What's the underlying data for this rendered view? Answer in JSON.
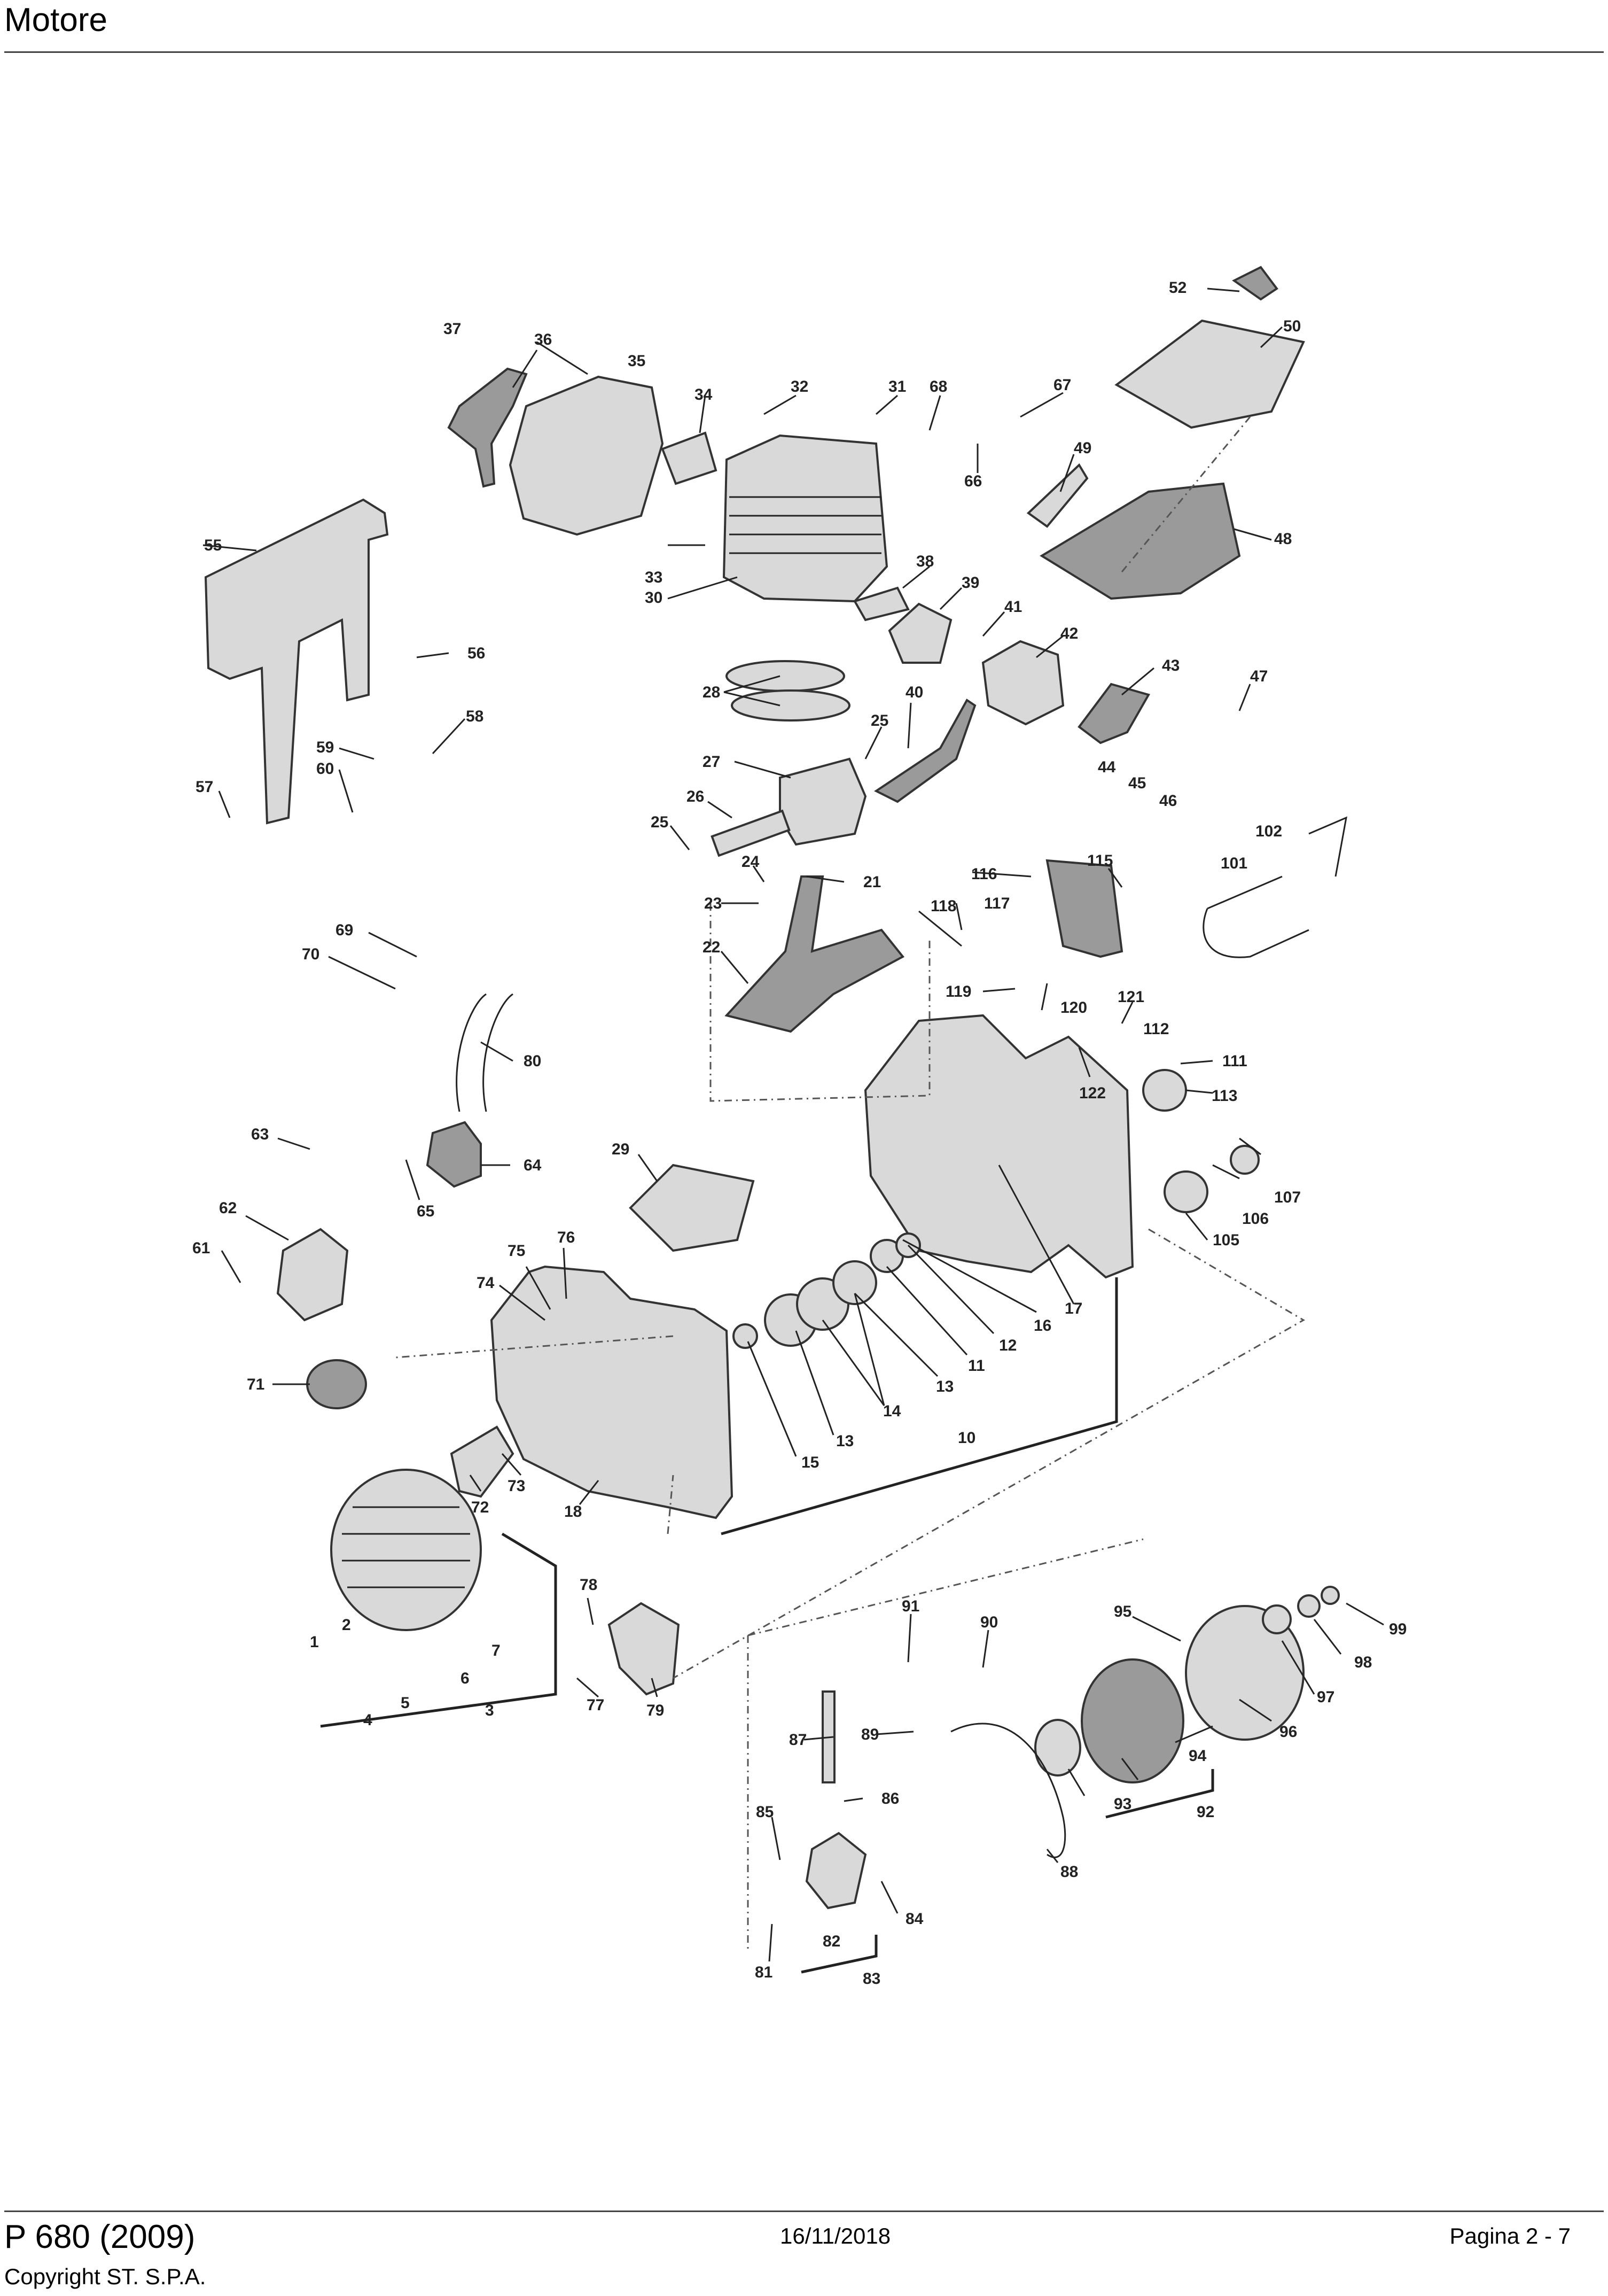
{
  "header": {
    "title": "Motore"
  },
  "footer": {
    "model": "P 680 (2009)",
    "copyright": "Copyright ST. S.P.A.",
    "date": "16/11/2018",
    "page": "Pagina 2 - 7"
  },
  "callouts": [
    "1",
    "2",
    "3",
    "4",
    "5",
    "6",
    "7",
    "10",
    "11",
    "12",
    "13",
    "13b",
    "14",
    "15",
    "16",
    "17",
    "18",
    "21",
    "22",
    "23",
    "24",
    "25",
    "25b",
    "26",
    "27",
    "28",
    "29",
    "30",
    "31",
    "32",
    "33",
    "34",
    "35",
    "36",
    "37",
    "38",
    "39",
    "40",
    "41",
    "42",
    "43",
    "44",
    "45",
    "46",
    "47",
    "48",
    "49",
    "50",
    "52",
    "55",
    "56",
    "57",
    "58",
    "59",
    "60",
    "61",
    "62",
    "63",
    "64",
    "65",
    "66",
    "67",
    "68",
    "69",
    "70",
    "71",
    "72",
    "73",
    "74",
    "75",
    "76",
    "77",
    "78",
    "79",
    "80",
    "81",
    "82",
    "83",
    "84",
    "85",
    "86",
    "87",
    "88",
    "89",
    "90",
    "91",
    "92",
    "93",
    "94",
    "95",
    "96",
    "97",
    "98",
    "99",
    "101",
    "102",
    "105",
    "106",
    "107",
    "111",
    "112",
    "113",
    "115",
    "116",
    "117",
    "118",
    "119",
    "120",
    "121",
    "122"
  ],
  "labels": {
    "1": "1",
    "2": "2",
    "3": "3",
    "4": "4",
    "5": "5",
    "6": "6",
    "7": "7",
    "10": "10",
    "11": "11",
    "12": "12",
    "13": "13",
    "13b": "13",
    "14": "14",
    "15": "15",
    "16": "16",
    "17": "17",
    "18": "18",
    "21": "21",
    "22": "22",
    "23": "23",
    "24": "24",
    "25": "25",
    "25b": "25",
    "26": "26",
    "27": "27",
    "28": "28",
    "29": "29",
    "30": "30",
    "31": "31",
    "32": "32",
    "33": "33",
    "34": "34",
    "35": "35",
    "36": "36",
    "37": "37",
    "38": "38",
    "39": "39",
    "40": "40",
    "41": "41",
    "42": "42",
    "43": "43",
    "44": "44",
    "45": "45",
    "46": "46",
    "47": "47",
    "48": "48",
    "49": "49",
    "50": "50",
    "52": "52",
    "55": "55",
    "56": "56",
    "57": "57",
    "58": "58",
    "59": "59",
    "60": "60",
    "61": "61",
    "62": "62",
    "63": "63",
    "64": "64",
    "65": "65",
    "66": "66",
    "67": "67",
    "68": "68",
    "69": "69",
    "70": "70",
    "71": "71",
    "72": "72",
    "73": "73",
    "74": "74",
    "75": "75",
    "76": "76",
    "77": "77",
    "78": "78",
    "79": "79",
    "80": "80",
    "81": "81",
    "82": "82",
    "83": "83",
    "84": "84",
    "85": "85",
    "86": "86",
    "87": "87",
    "88": "88",
    "89": "89",
    "90": "90",
    "91": "91",
    "92": "92",
    "93": "93",
    "94": "94",
    "95": "95",
    "96": "96",
    "97": "97",
    "98": "98",
    "99": "99",
    "101": "101",
    "102": "102",
    "105": "105",
    "106": "106",
    "107": "107",
    "111": "111",
    "112": "112",
    "113": "113",
    "115": "115",
    "116": "116",
    "117": "117",
    "118": "118",
    "119": "119",
    "120": "120",
    "121": "121",
    "122": "122"
  }
}
